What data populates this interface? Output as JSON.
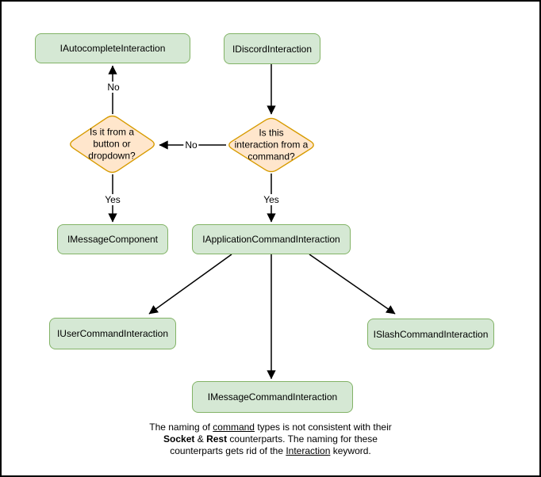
{
  "diagram": {
    "title": "Discord interaction types flowchart",
    "nodes": {
      "autocomplete": "IAutocompleteInteraction",
      "discord": "IDiscordInteraction",
      "message_component": "IMessageComponent",
      "application_command": "IApplicationCommandInteraction",
      "user_command": "IUserCommandInteraction",
      "slash_command": "ISlashCommandInteraction",
      "message_command": "IMessageCommandInteraction"
    },
    "decisions": {
      "button_dropdown": {
        "lines": [
          "Is it from a",
          "button or",
          "dropdown?"
        ]
      },
      "from_command": {
        "lines": [
          "Is this",
          "interaction from a",
          "command?"
        ]
      }
    },
    "edge_labels": {
      "no_to_button_dropdown": "No",
      "no_to_autocomplete": "No",
      "yes_to_message_component": "Yes",
      "yes_to_application_command": "Yes"
    },
    "caption": {
      "lines": [
        {
          "segments": [
            {
              "t": "The naming of "
            },
            {
              "t": "command",
              "u": true
            },
            {
              "t": " types is not consistent with their"
            }
          ]
        },
        {
          "segments": [
            {
              "t": "Socket",
              "b": true
            },
            {
              "t": " & "
            },
            {
              "t": "Rest",
              "b": true
            },
            {
              "t": " counterparts. The naming for these"
            }
          ]
        },
        {
          "segments": [
            {
              "t": "counterparts gets rid of the "
            },
            {
              "t": "Interaction",
              "u": true
            },
            {
              "t": " keyword."
            }
          ]
        }
      ]
    },
    "colors": {
      "node_fill": "#D5E8D4",
      "node_stroke": "#82B366",
      "decision_fill": "#FFE6CC",
      "decision_stroke": "#D79B00",
      "connector": "#000000",
      "background": "#FFFFFF",
      "border": "#000000"
    }
  }
}
